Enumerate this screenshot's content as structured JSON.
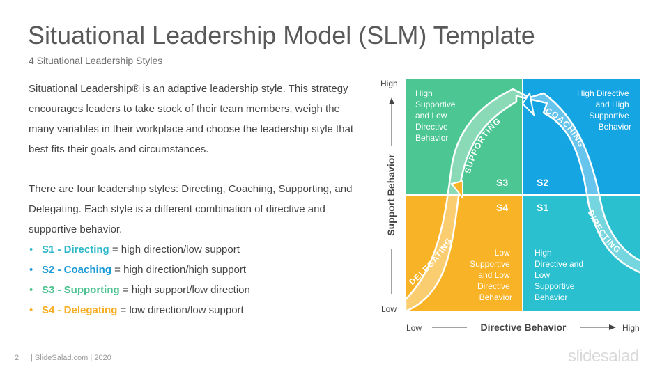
{
  "slide": {
    "title": "Situational Leadership Model (SLM) Template",
    "subtitle": "4 Situational Leadership Styles",
    "paragraph1": "Situational Leadership® is an adaptive leadership style. This strategy encourages leaders to take stock of their team members, weigh the many variables in their workplace and choose the leadership style that best fits their goals and circumstances.",
    "paragraph2": "There are four leadership styles: Directing, Coaching, Supporting, and Delegating. Each style is a different combination of directive and supportive behavior.",
    "styles": [
      {
        "key": "S1 - Directing",
        "desc": " = high direction/low support",
        "color": "#2cb8c9"
      },
      {
        "key": "S2 - Coaching",
        "desc": " = high direction/high support",
        "color": "#1a9ad6"
      },
      {
        "key": "S3 - Supporting",
        "desc": " = high support/low direction",
        "color": "#4cc28f"
      },
      {
        "key": "S4 - Delegating",
        "desc": " = low direction/low support",
        "color": "#f7ad24"
      }
    ]
  },
  "diagram": {
    "y_axis": {
      "label": "Support Behavior",
      "high": "High",
      "low": "Low"
    },
    "x_axis": {
      "label": "Directive Behavior",
      "low": "Low",
      "high": "High"
    },
    "quadrants": {
      "top_left": {
        "lines": [
          "High",
          "Supportive",
          "and Low",
          "Directive",
          "Behavior"
        ],
        "code": "S3",
        "color": "#4cc693"
      },
      "top_right": {
        "lines": [
          "High Directive",
          "and High",
          "Supportive",
          "Behavior"
        ],
        "code": "S2",
        "color": "#15a5e3"
      },
      "bottom_left": {
        "lines": [
          "Low",
          "Supportive",
          "and Low",
          "Directive",
          "Behavior"
        ],
        "code": "S4",
        "color": "#f9b326"
      },
      "bottom_right": {
        "lines": [
          "High",
          "Directive and",
          "Low",
          "Supportive",
          "Behavior"
        ],
        "code": "S1",
        "color": "#2bc0d0"
      }
    },
    "curve_labels": {
      "supporting": "SUPPORTING",
      "coaching": "COACHING",
      "directing": "DIRECTING",
      "delegating": "DELEGATING"
    }
  },
  "footer": {
    "page_number": "2",
    "credit": "| SlideSalad.com | 2020",
    "brand": "slidesalad"
  }
}
